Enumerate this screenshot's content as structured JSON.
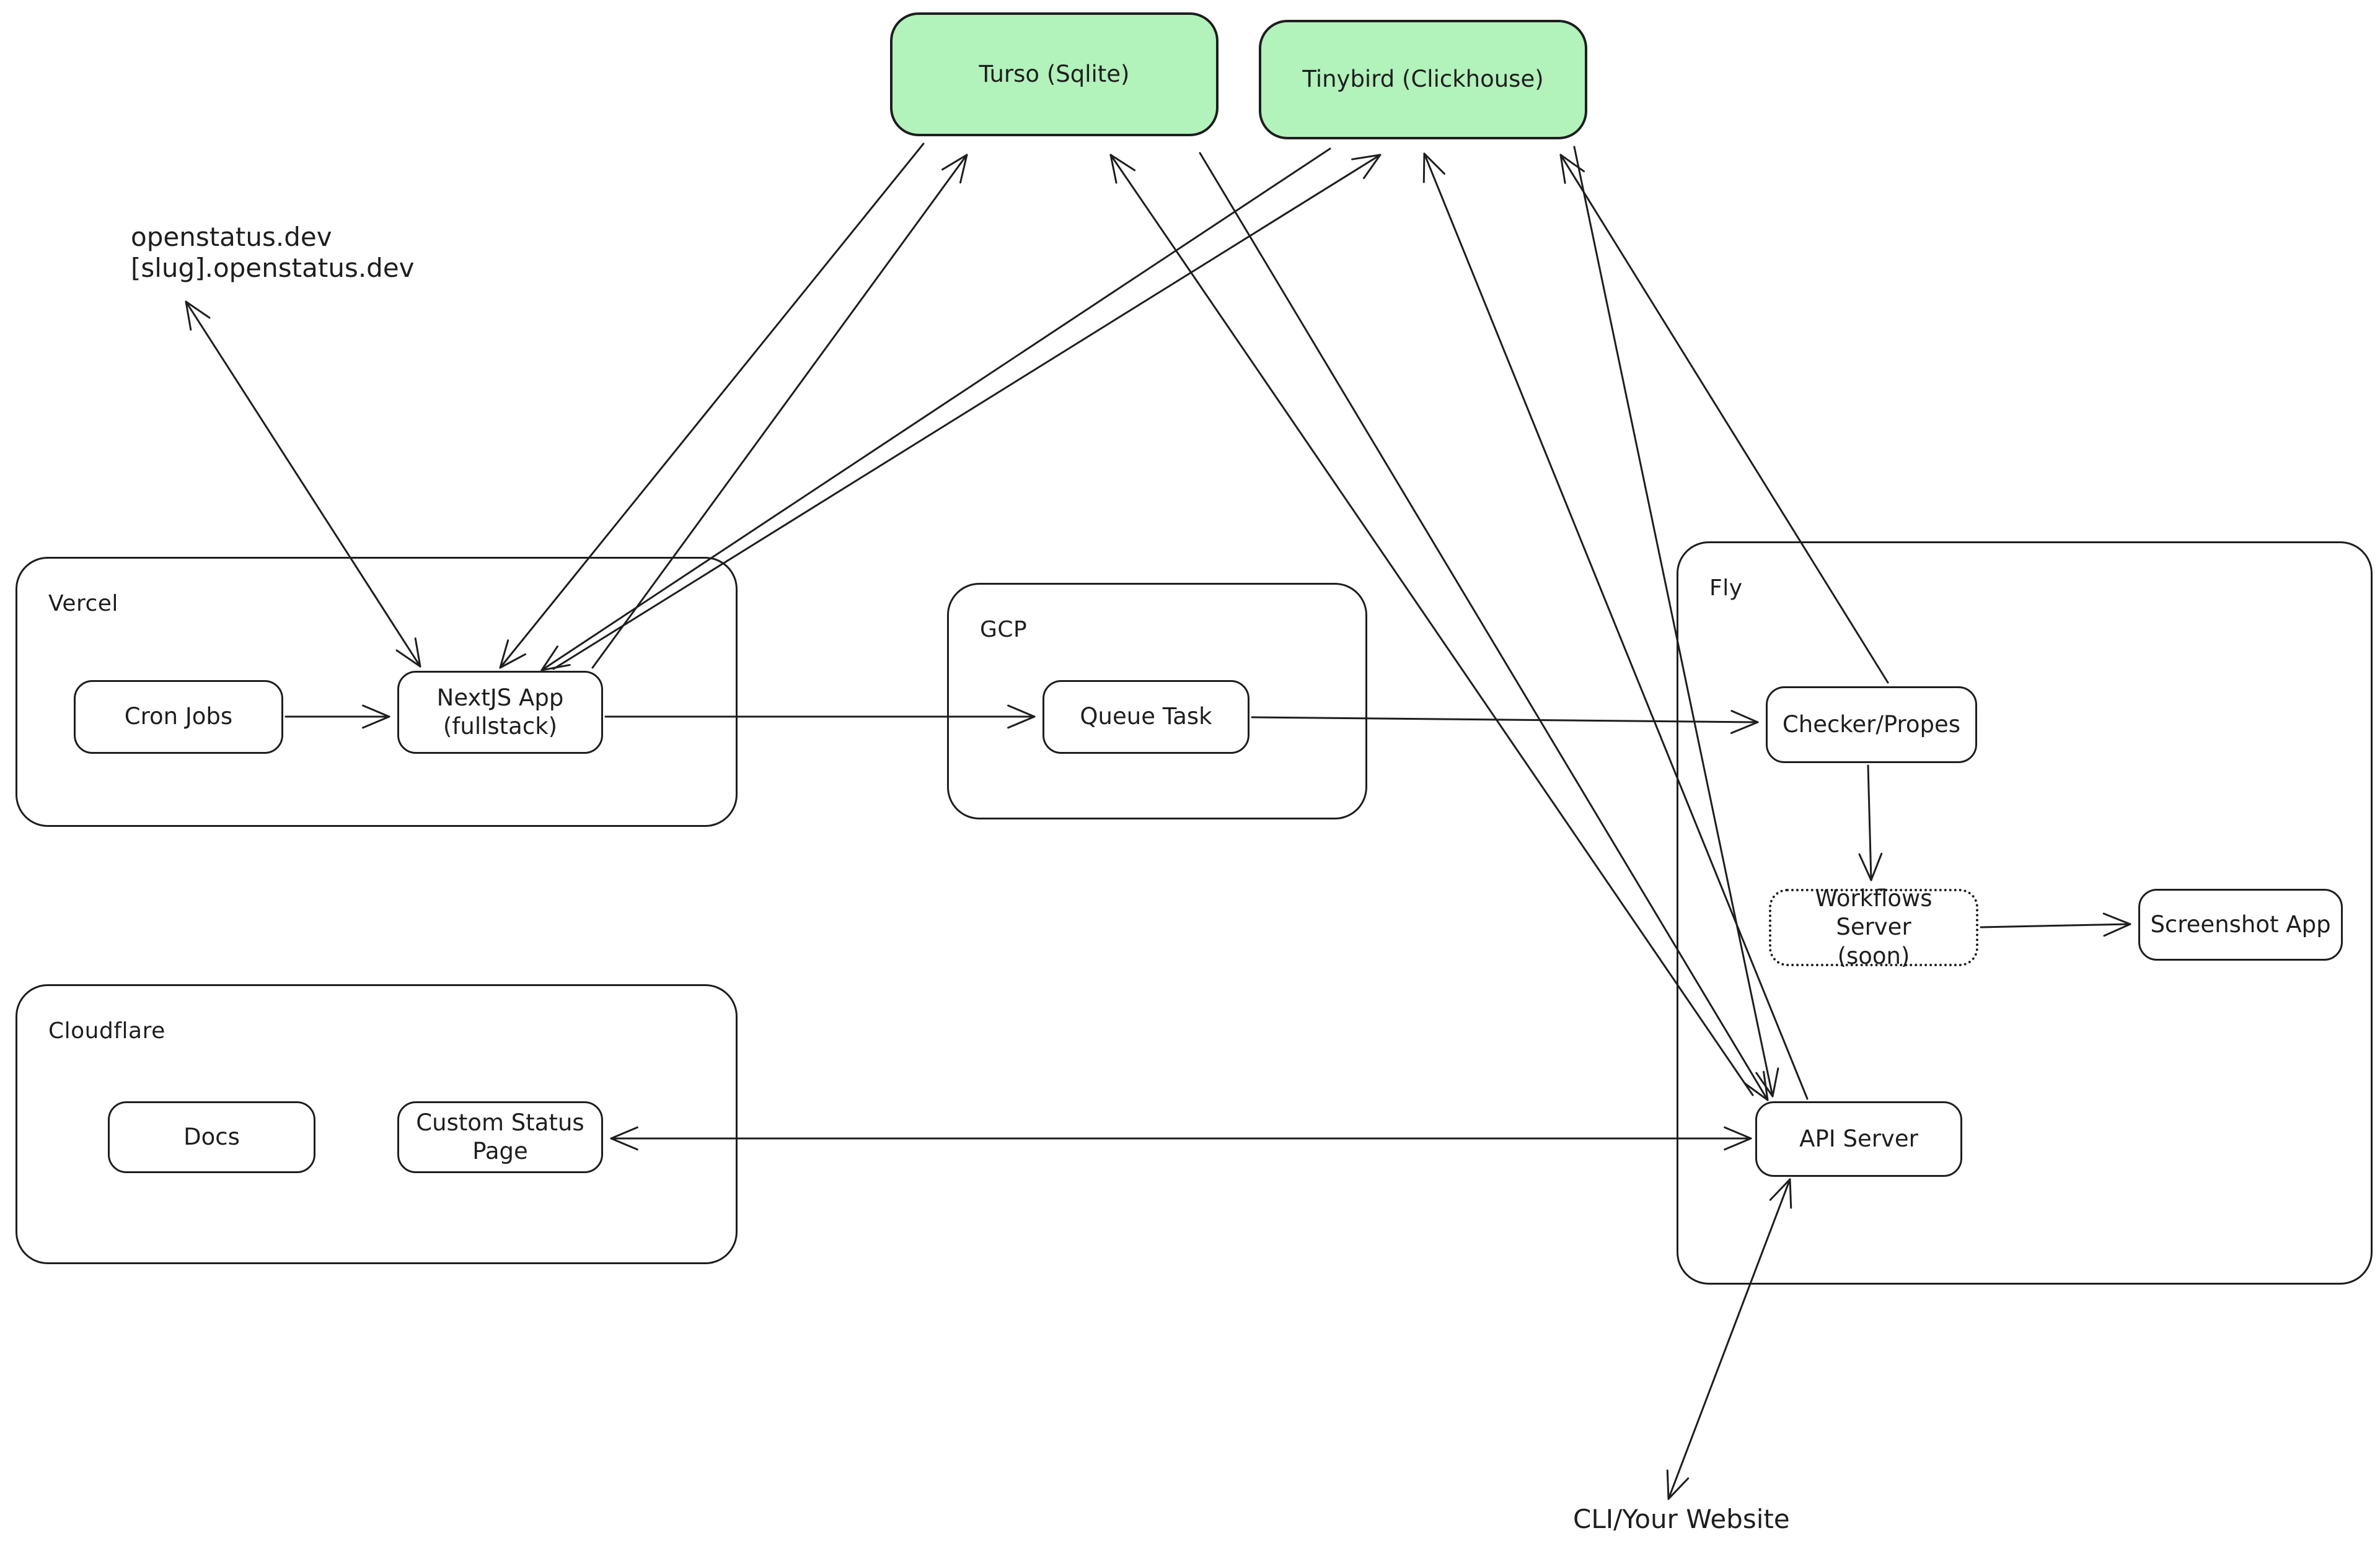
{
  "diagram": {
    "colors": {
      "stroke": "#1e1e1e",
      "database_fill": "#b2f2bb",
      "background": "#ffffff"
    },
    "containers": {
      "vercel": {
        "label": "Vercel"
      },
      "gcp": {
        "label": "GCP"
      },
      "fly": {
        "label": "Fly"
      },
      "cloudflare": {
        "label": "Cloudflare"
      }
    },
    "nodes": {
      "turso": {
        "label": "Turso (Sqlite)",
        "kind": "database"
      },
      "tinybird": {
        "label": "Tinybird (Clickhouse)",
        "kind": "database"
      },
      "cron_jobs": {
        "label": "Cron Jobs"
      },
      "nextjs_app": {
        "label": "NextJS App\n(fullstack)"
      },
      "queue_task": {
        "label": "Queue Task"
      },
      "checker": {
        "label": "Checker/Propes"
      },
      "workflows_server": {
        "label": "Workflows Server\n(soon)",
        "border": "dotted"
      },
      "screenshot_app": {
        "label": "Screenshot App"
      },
      "api_server": {
        "label": "API Server"
      },
      "docs": {
        "label": "Docs"
      },
      "custom_status_page": {
        "label": "Custom Status Page"
      }
    },
    "texts": {
      "domains": "openstatus.dev\n[slug].openstatus.dev",
      "cli": "CLI/Your Website"
    },
    "edges": [
      {
        "from": "domains",
        "to": "nextjs_app",
        "arrow": "both"
      },
      {
        "from": "cron_jobs",
        "to": "nextjs_app",
        "arrow": "end"
      },
      {
        "from": "nextjs_app",
        "to": "queue_task",
        "arrow": "end"
      },
      {
        "from": "queue_task",
        "to": "checker",
        "arrow": "end"
      },
      {
        "from": "checker",
        "to": "workflows_server",
        "arrow": "end"
      },
      {
        "from": "workflows_server",
        "to": "screenshot_app",
        "arrow": "end"
      },
      {
        "from": "api_server",
        "to": "custom_status_page",
        "arrow": "both"
      },
      {
        "from": "api_server",
        "to": "cli",
        "arrow": "both"
      },
      {
        "from": "nextjs_app",
        "to": "turso",
        "arrow": "end"
      },
      {
        "from": "turso",
        "to": "nextjs_app",
        "arrow": "end"
      },
      {
        "from": "nextjs_app",
        "to": "tinybird",
        "arrow": "end"
      },
      {
        "from": "tinybird",
        "to": "nextjs_app",
        "arrow": "end"
      },
      {
        "from": "api_server",
        "to": "tinybird",
        "arrow": "end"
      },
      {
        "from": "tinybird",
        "to": "api_server",
        "arrow": "end"
      },
      {
        "from": "checker",
        "to": "tinybird",
        "arrow": "end"
      },
      {
        "from": "api_server",
        "to": "turso",
        "arrow": "end"
      },
      {
        "from": "turso",
        "to": "api_server",
        "arrow": "end"
      }
    ]
  }
}
